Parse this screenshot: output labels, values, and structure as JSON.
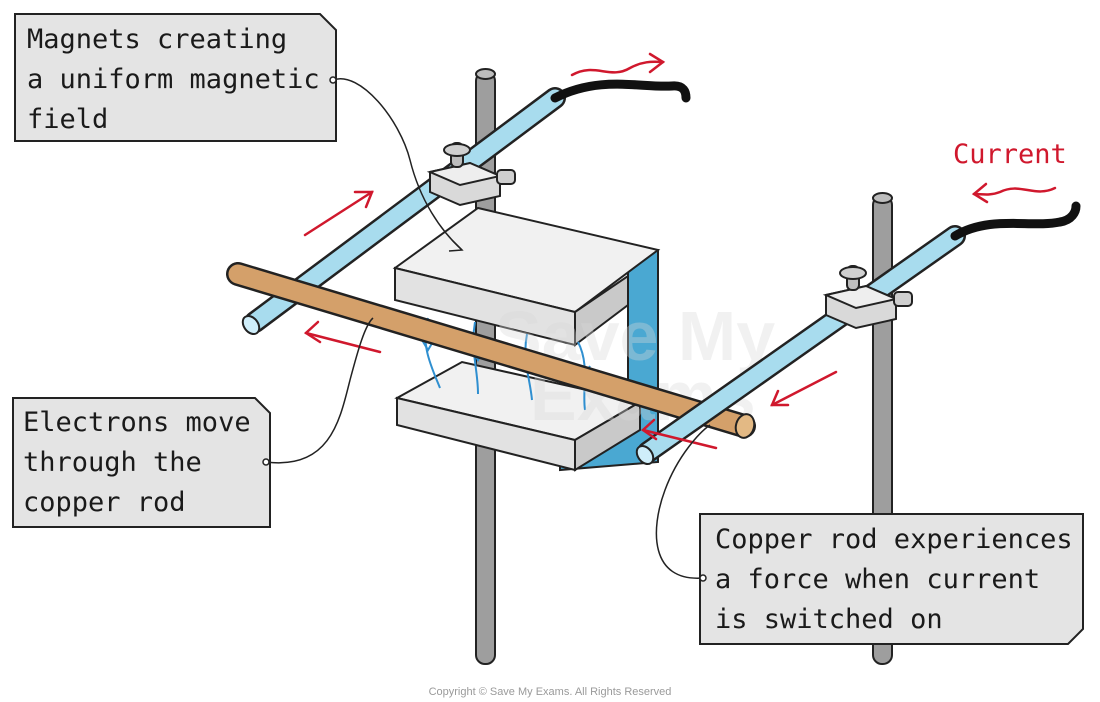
{
  "labels": {
    "magnets": [
      "Magnets creating",
      "a uniform magnetic",
      "field"
    ],
    "electrons": [
      "Electrons move",
      "through the",
      "copper rod"
    ],
    "force": [
      "Copper rod experiences",
      "a force when current",
      "is switched on"
    ],
    "current": "Current"
  },
  "watermark": [
    "Save My",
    "Exams"
  ],
  "copyright": "Copyright © Save My Exams. All Rights Reserved",
  "colors": {
    "rail": "#a8dcee",
    "rod": "#d4a06a",
    "stand": "#9e9e9e",
    "magnet_top": "#f1f1f1",
    "magnet_side": "#4aa8d2",
    "field_lines": "#2f8fd0",
    "arrows": "#d0182d",
    "callout_bg": "#e4e4e4",
    "wire": "#111111"
  }
}
